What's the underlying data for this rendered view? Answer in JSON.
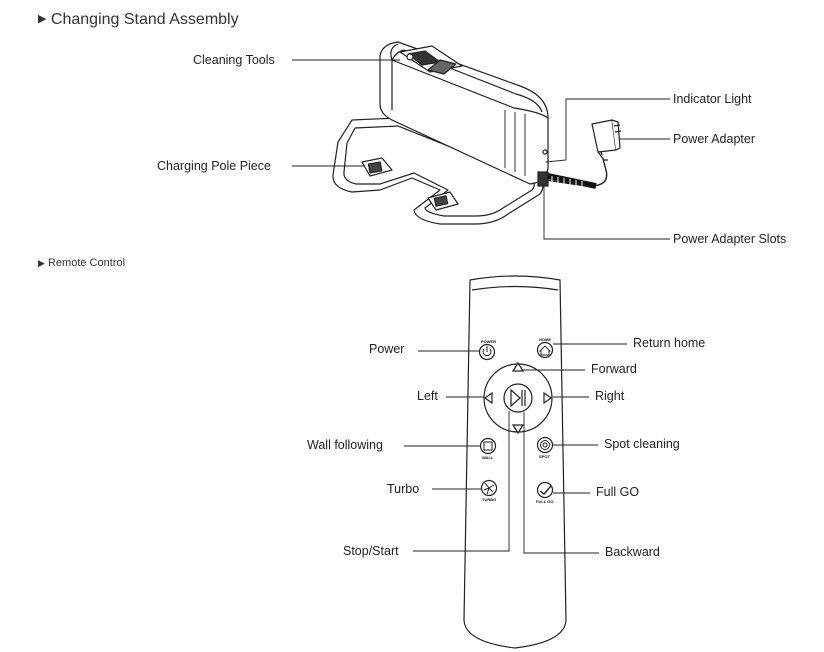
{
  "section1": {
    "bullet": "▶",
    "title": "Changing Stand Assembly",
    "labels": {
      "cleaning_tools": "Cleaning Tools",
      "charging_pole_piece": "Charging Pole Piece",
      "indicator_light": "Indicator Light",
      "power_adapter": "Power Adapter",
      "power_adapter_slots": "Power Adapter Slots"
    }
  },
  "section2": {
    "bullet": "▶",
    "title": "Remote Control",
    "labels": {
      "power": "Power",
      "return_home": "Return home",
      "forward": "Forward",
      "left": "Left",
      "right": "Right",
      "wall_following": "Wall following",
      "spot_cleaning": "Spot cleaning",
      "turbo": "Turbo",
      "full_go": "Full GO",
      "stop_start": "Stop/Start",
      "backward": "Backward"
    },
    "button_captions": {
      "power": "POWER",
      "home": "HOME",
      "wall": "WALL",
      "spot": "SPOT",
      "turbo": "TURBO",
      "full_go": "FULL GO"
    }
  }
}
